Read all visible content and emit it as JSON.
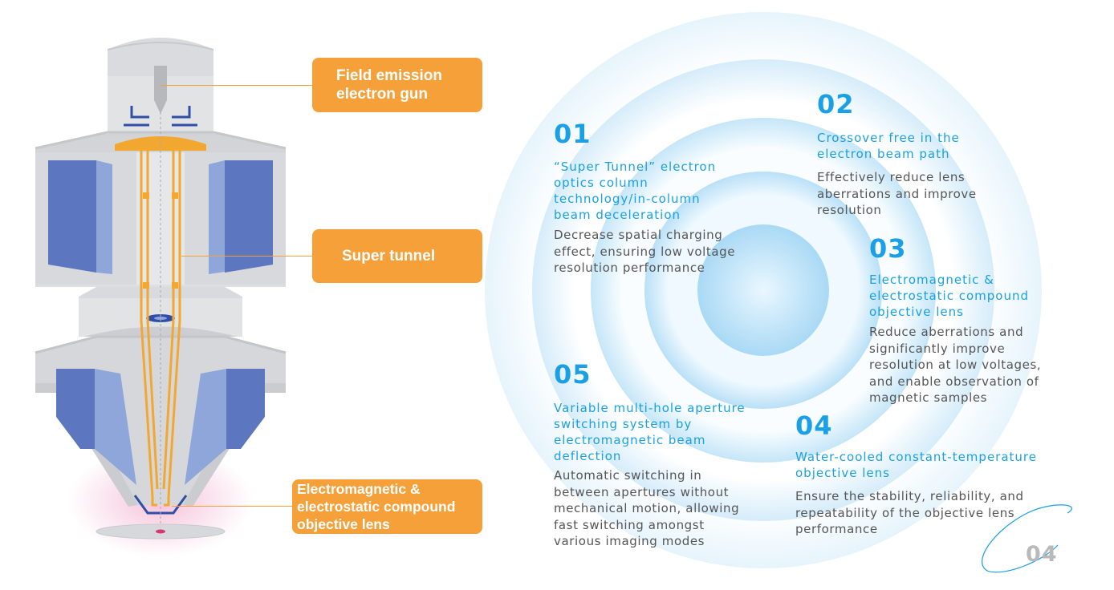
{
  "callouts": {
    "gun": {
      "line1": "Field emission",
      "line2": "electron gun"
    },
    "tunnel": {
      "line1": "Super tunnel"
    },
    "lens": {
      "line1": "Electromagnetic &",
      "line2": "electrostatic compound",
      "line3": "objective lens"
    }
  },
  "features": [
    {
      "num": "01",
      "title": [
        " “Super Tunnel” electron",
        "optics column",
        "technology/in-column",
        "beam deceleration"
      ],
      "desc": [
        "Decrease spatial charging",
        "effect, ensuring low voltage",
        "resolution performance"
      ]
    },
    {
      "num": "02",
      "title": [
        "Crossover free in the",
        "electron beam path"
      ],
      "desc": [
        "Effectively reduce lens",
        "aberrations and improve",
        "resolution"
      ]
    },
    {
      "num": "03",
      "title": [
        "Electromagnetic &",
        "electrostatic compound",
        "objective lens"
      ],
      "desc": [
        "Reduce aberrations and",
        "significantly improve",
        "resolution at low voltages,",
        "and enable observation of",
        "magnetic samples"
      ]
    },
    {
      "num": "04",
      "title": [
        "Water-cooled constant-temperature",
        "objective lens"
      ],
      "desc": [
        "Ensure the stability, reliability, and",
        "repeatability of the objective lens",
        "performance"
      ]
    },
    {
      "num": "05",
      "title": [
        "Variable multi-hole aperture",
        "switching system by",
        "electromagnetic beam",
        "deflection"
      ],
      "desc": [
        "Automatic switching in",
        "between apertures without",
        "mechanical motion, allowing",
        "fast switching amongst",
        "various imaging modes"
      ]
    }
  ],
  "page_number": "04",
  "colors": {
    "accent_blue": "#1AA0E6",
    "callout_orange": "#F6A03A",
    "body_text": "#555555",
    "column_grey": "#D6D6D8",
    "coil_blue": "#5F7FC4"
  }
}
